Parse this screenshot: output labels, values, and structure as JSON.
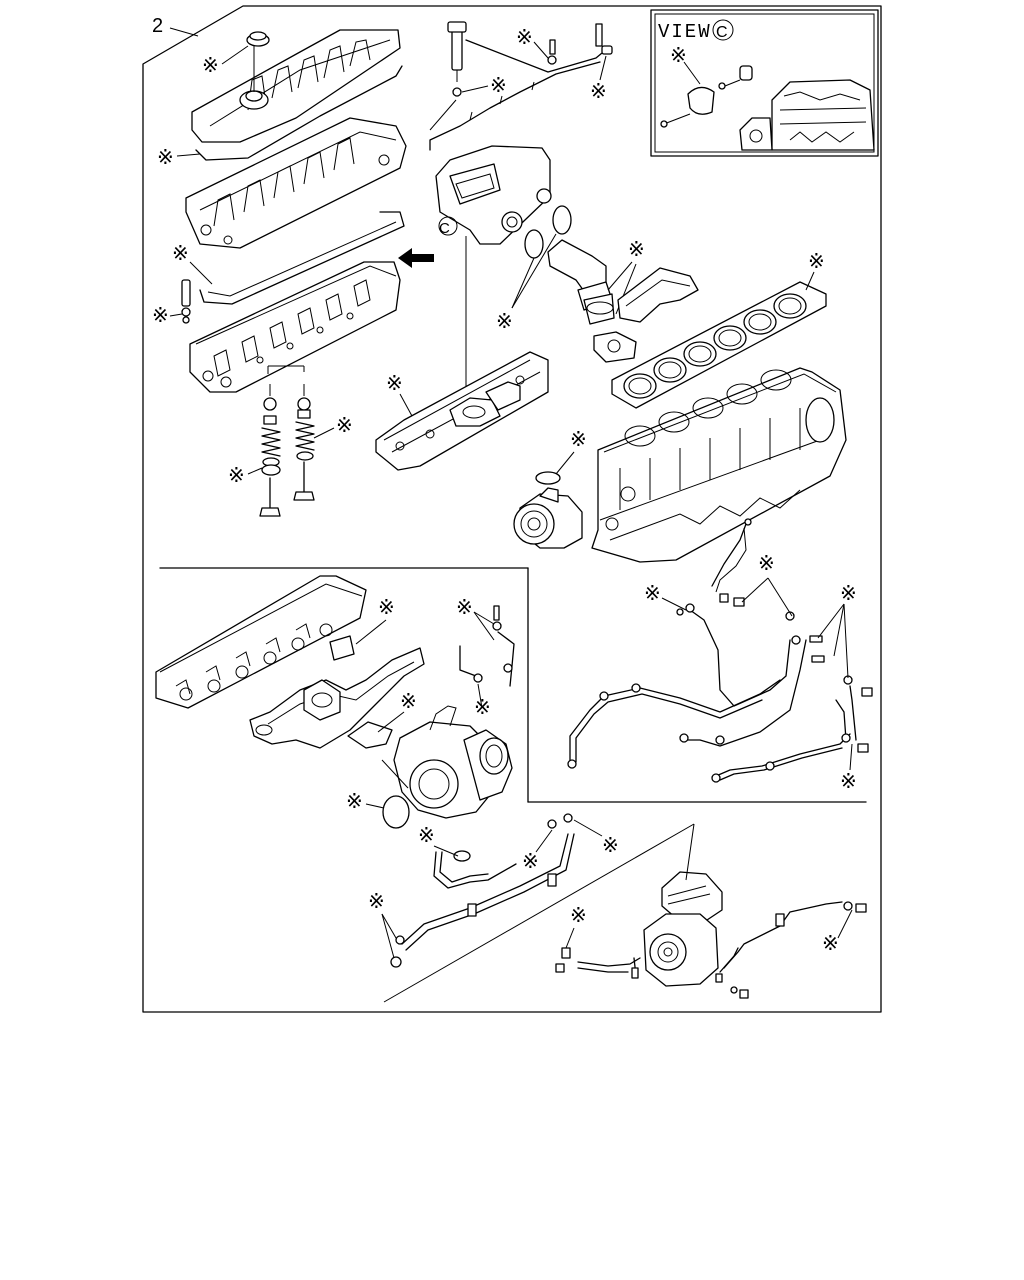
{
  "item_number": "2",
  "view_label": "VIEW",
  "view_ref": "C",
  "callout_ref": "C",
  "marker_symbol": "※"
}
